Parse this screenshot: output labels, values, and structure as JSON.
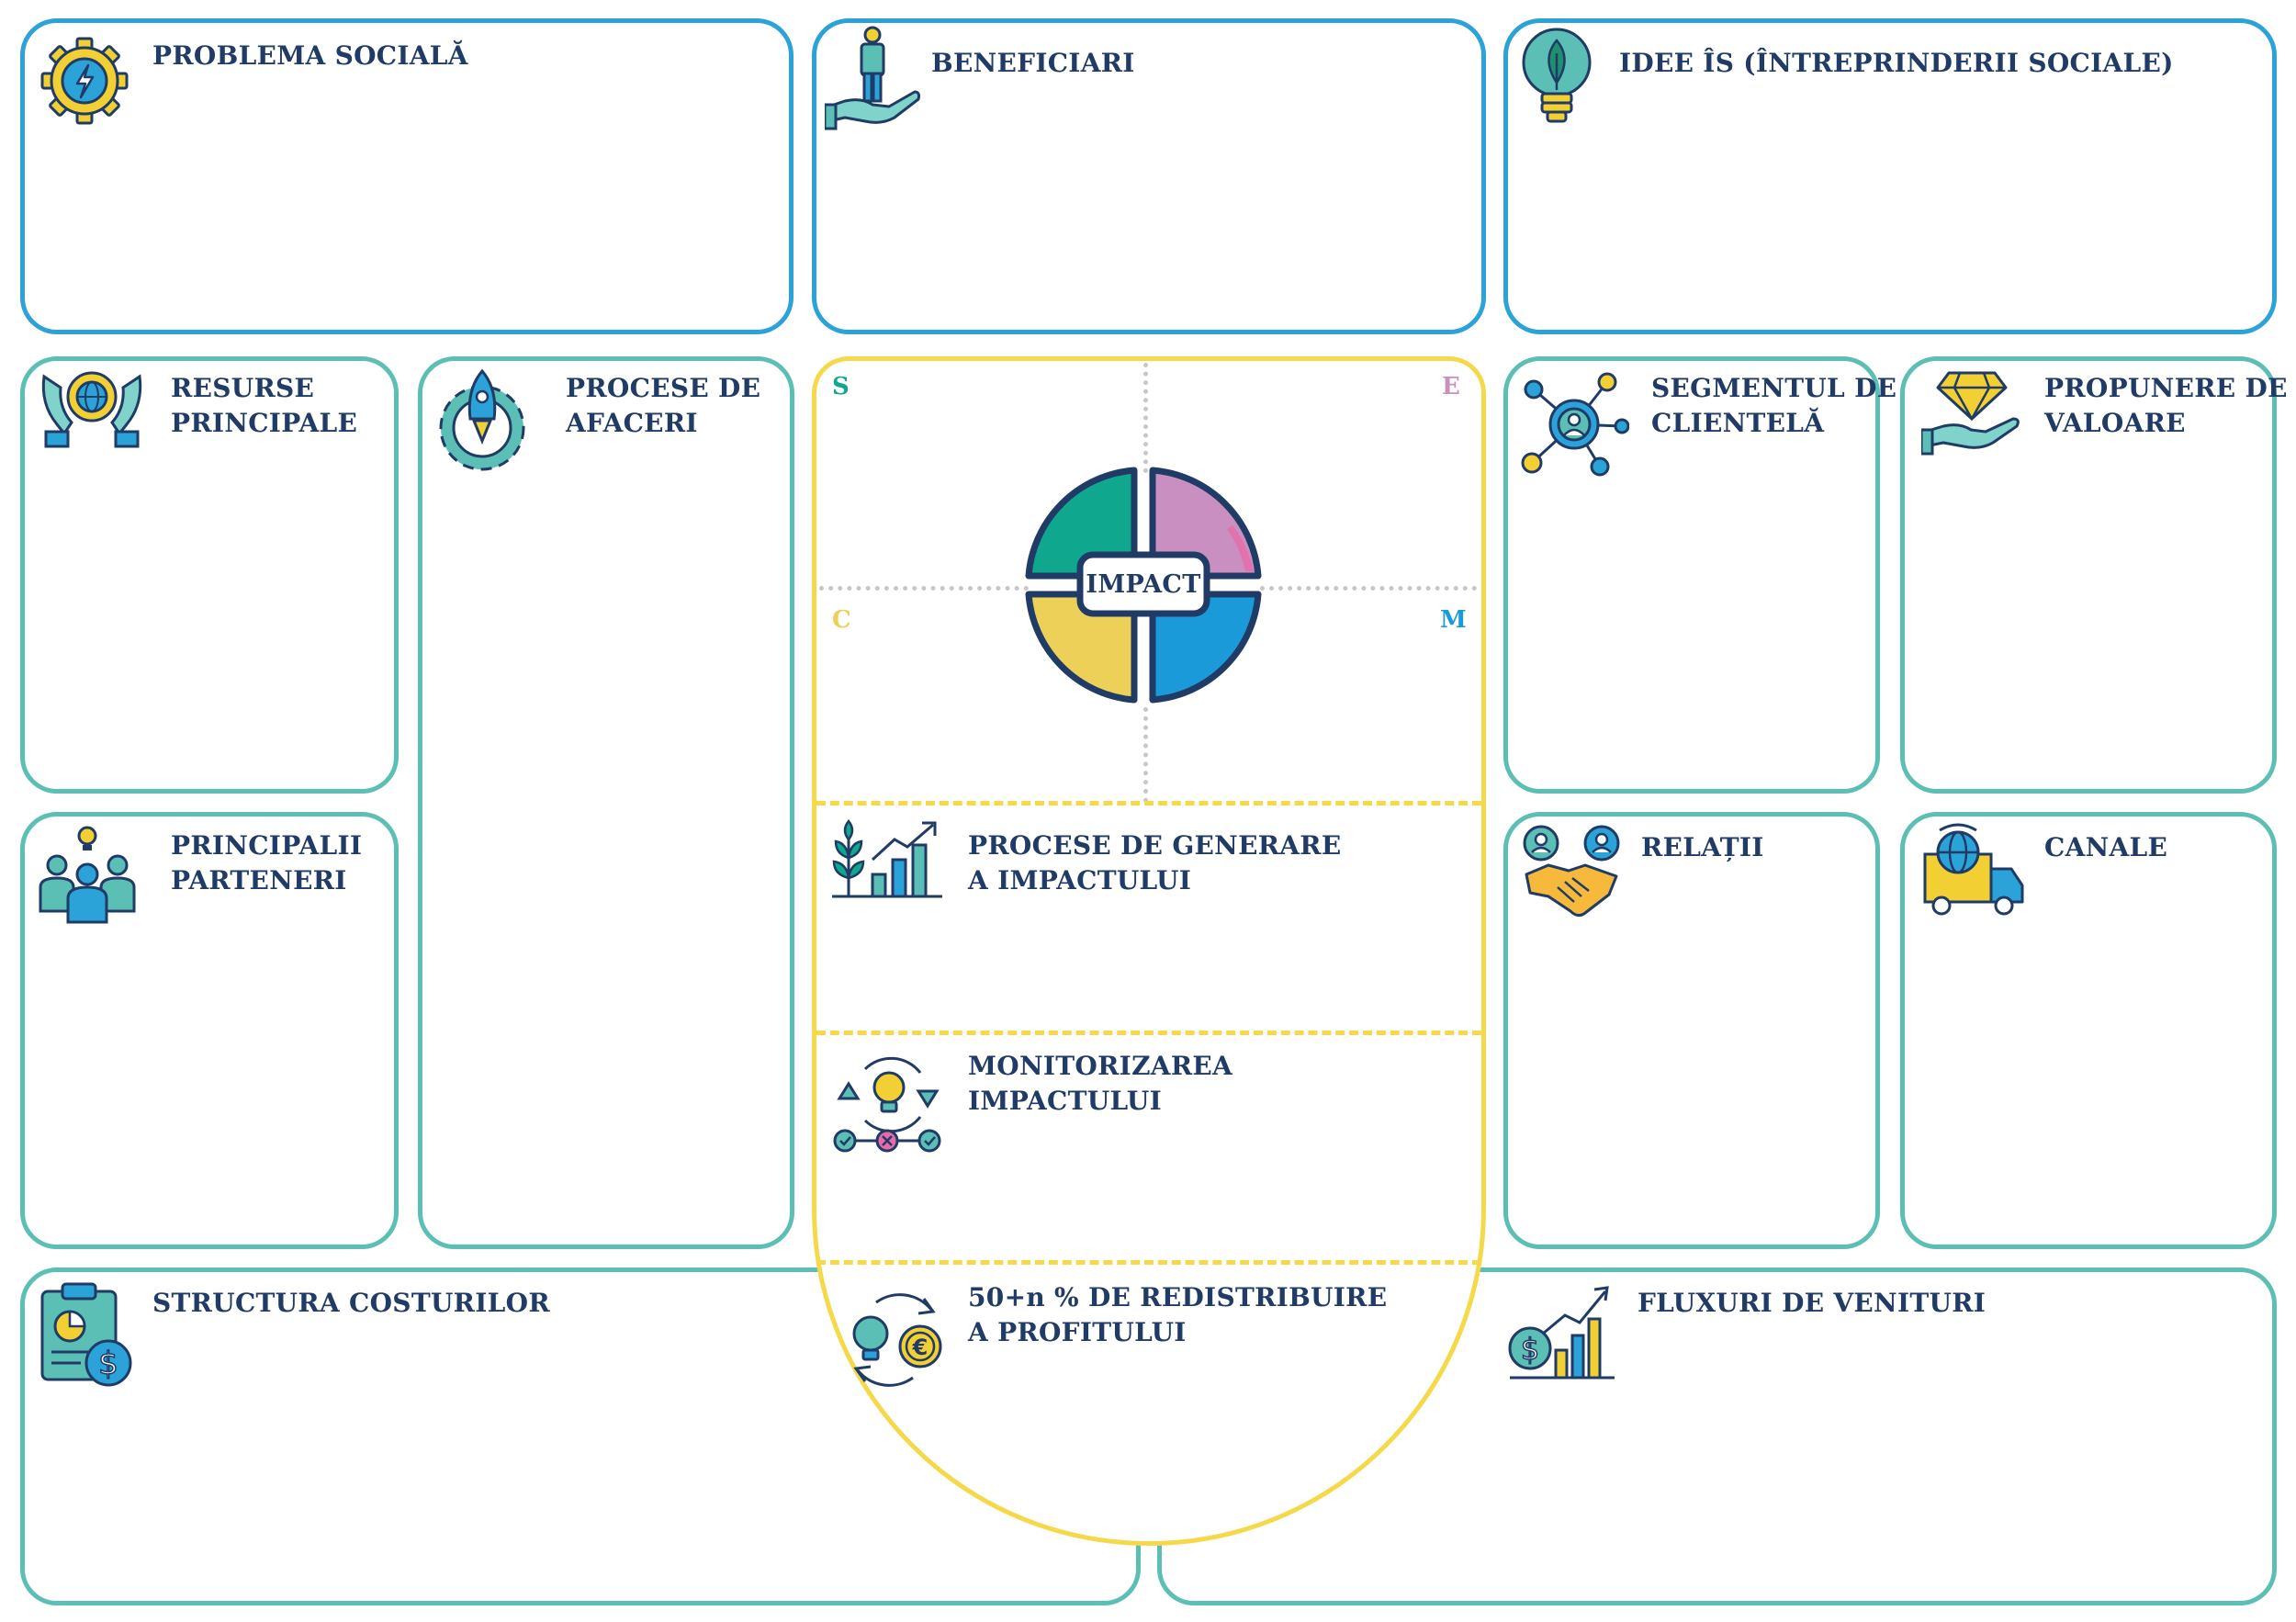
{
  "canvas": {
    "problema_sociala": "PROBLEMA SOCIALĂ",
    "beneficiari": "BENEFICIARI",
    "idee_is": "IDEE ÎS (ÎNTREPRINDERII SOCIALE)",
    "resurse": [
      "RESURSE",
      "PRINCIPALE"
    ],
    "procese_afaceri": [
      "PROCESE DE",
      "AFACERI"
    ],
    "segmentul": [
      "SEGMENTUL DE",
      "CLIENTELĂ"
    ],
    "propunere": [
      "PROPUNERE DE",
      "VALOARE"
    ],
    "parteneri": [
      "PRINCIPALII",
      "PARTENERI"
    ],
    "relatii": "RELAȚII",
    "canale": "CANALE",
    "costuri": "STRUCTURA COSTURILOR",
    "venituri": "FLUXURI DE VENITURI"
  },
  "impact": {
    "center_label": "IMPACT",
    "letters": {
      "s": "S",
      "e": "E",
      "c": "C",
      "m": "M"
    },
    "generare": [
      "PROCESE DE GENERARE",
      "A IMPACTULUI"
    ],
    "monitorizare": [
      "MONITORIZAREA",
      "IMPACTULUI"
    ],
    "redistribuire": [
      "50+n % DE REDISTRIBUIRE",
      "A PROFITULUI"
    ]
  },
  "colors": {
    "teal_border": "#5bbfb5",
    "blue_border": "#2ba3d8",
    "yellow_border": "#f6d94a",
    "label_navy": "#1f3b66",
    "quadrant_green": "#0fa88f",
    "quadrant_pink": "#c88fc0",
    "quadrant_yellow": "#ecd058",
    "quadrant_blue": "#1b9ad9"
  },
  "icons": {
    "problema": "gear-lightning-icon",
    "beneficiari": "person-on-hand-icon",
    "idee": "leaf-lightbulb-icon",
    "resurse": "hands-globe-gear-icon",
    "procese_afaceri": "rocket-gear-icon",
    "segmentul": "customer-network-icon",
    "propunere": "diamond-hand-icon",
    "parteneri": "team-idea-icon",
    "relatii": "handshake-icon",
    "canale": "delivery-truck-icon",
    "costuri": "cost-clipboard-icon",
    "venituri": "revenue-chart-icon",
    "generare": "plant-growth-chart-icon",
    "monitorizare": "monitoring-cycle-icon",
    "redistribuire": "profit-redistribution-icon"
  }
}
